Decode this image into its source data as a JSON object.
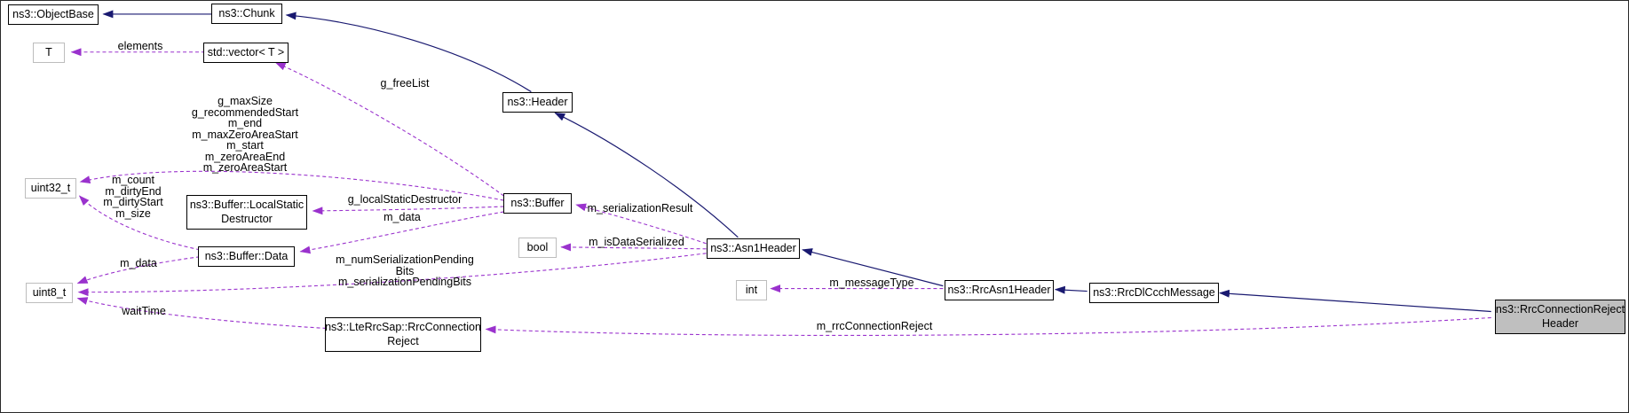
{
  "diagram": {
    "kind": "doxygen-collaboration-graph",
    "nodes": {
      "object_base": {
        "label": "ns3::ObjectBase"
      },
      "chunk": {
        "label": "ns3::Chunk"
      },
      "t": {
        "label": "T"
      },
      "vector_t": {
        "label": "std::vector< T >"
      },
      "header": {
        "label": "ns3::Header"
      },
      "uint32": {
        "label": "uint32_t"
      },
      "local_static_destructor": {
        "label": "ns3::Buffer::LocalStatic\nDestructor"
      },
      "buffer": {
        "label": "ns3::Buffer"
      },
      "bool": {
        "label": "bool"
      },
      "buffer_data": {
        "label": "ns3::Buffer::Data"
      },
      "asn1_header": {
        "label": "ns3::Asn1Header"
      },
      "uint8": {
        "label": "uint8_t"
      },
      "int": {
        "label": "int"
      },
      "rrc_asn1_header": {
        "label": "ns3::RrcAsn1Header"
      },
      "rrc_dl_ccch_message": {
        "label": "ns3::RrcDlCcchMessage"
      },
      "rrc_connection_reject_header": {
        "label": "ns3::RrcConnectionReject\nHeader"
      },
      "lte_rrc_sap_rrc_connection_reject": {
        "label": "ns3::LteRrcSap::RrcConnection\nReject"
      }
    },
    "edge_labels": {
      "elements": "elements",
      "g_free_list": "g_freeList",
      "buffer_uint32_fields": "g_maxSize\ng_recommendedStart\nm_end\nm_maxZeroAreaStart\nm_start\nm_zeroAreaEnd\nm_zeroAreaStart",
      "data_uint32_fields": "m_count\nm_dirtyEnd\nm_dirtyStart\nm_size",
      "g_local_static_destructor": "g_localStaticDestructor",
      "buffer_m_data": "m_data",
      "m_serialization_result": "m_serializationResult",
      "m_is_data_serialized": "m_isDataSerialized",
      "data_m_data": "m_data",
      "pending_bits": "m_numSerializationPending\nBits\nm_serializationPendingBits",
      "m_message_type": "m_messageType",
      "wait_time": "waitTime",
      "m_rrc_connection_reject": "m_rrcConnectionReject"
    },
    "colors": {
      "inheritance_edge": "#191970",
      "usage_edge": "#9A32CD",
      "node_border": "#000000",
      "external_node_border": "#BDBDBD",
      "selected_node_fill": "#BFBFBF",
      "node_fill": "#FFFFFF"
    }
  }
}
